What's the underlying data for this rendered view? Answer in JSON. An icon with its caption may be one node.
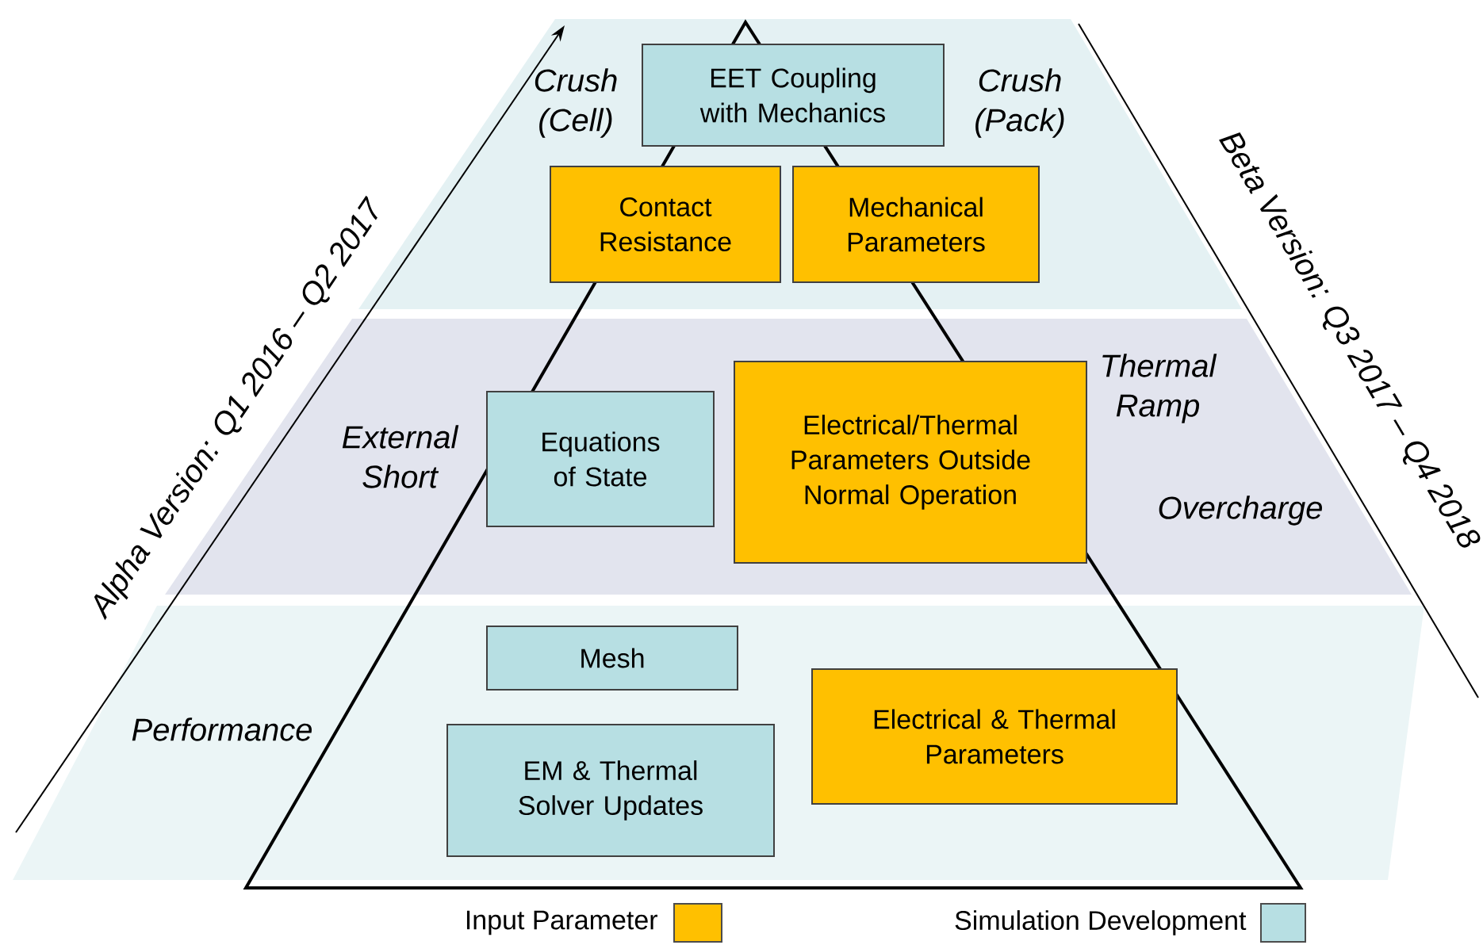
{
  "diagram": {
    "nodes": [
      {
        "text": [
          "EET Coupling with Mechanics"
        ]
      },
      {
        "text": [
          "Contact Resistance"
        ]
      },
      {
        "text": [
          "Mechanical Parameters"
        ]
      },
      {
        "text": [
          "Equations of State"
        ]
      },
      {
        "text": [
          "Electrical/Thermal Parameters Outside Normal Operation"
        ]
      },
      {
        "text": [
          "Mesh"
        ]
      },
      {
        "text": [
          "Electrical & Thermal Parameters"
        ]
      },
      {
        "text": [
          "EM & Thermal Solver Updates"
        ]
      }
    ],
    "labels": [
      "Crush (Cell)",
      "Crush (Pack)",
      "Thermal Ramp",
      "External Short",
      "Overcharge",
      "Performance",
      "Alpha Version: Q1 2016 – Q2 2017",
      "Beta Version: Q3 2017 – Q4 2018"
    ],
    "legend": [
      {
        "text": "Input Parameter",
        "color": "#ffc000"
      },
      {
        "text": "Simulation Development",
        "color": "#b7dfe3"
      }
    ]
  }
}
